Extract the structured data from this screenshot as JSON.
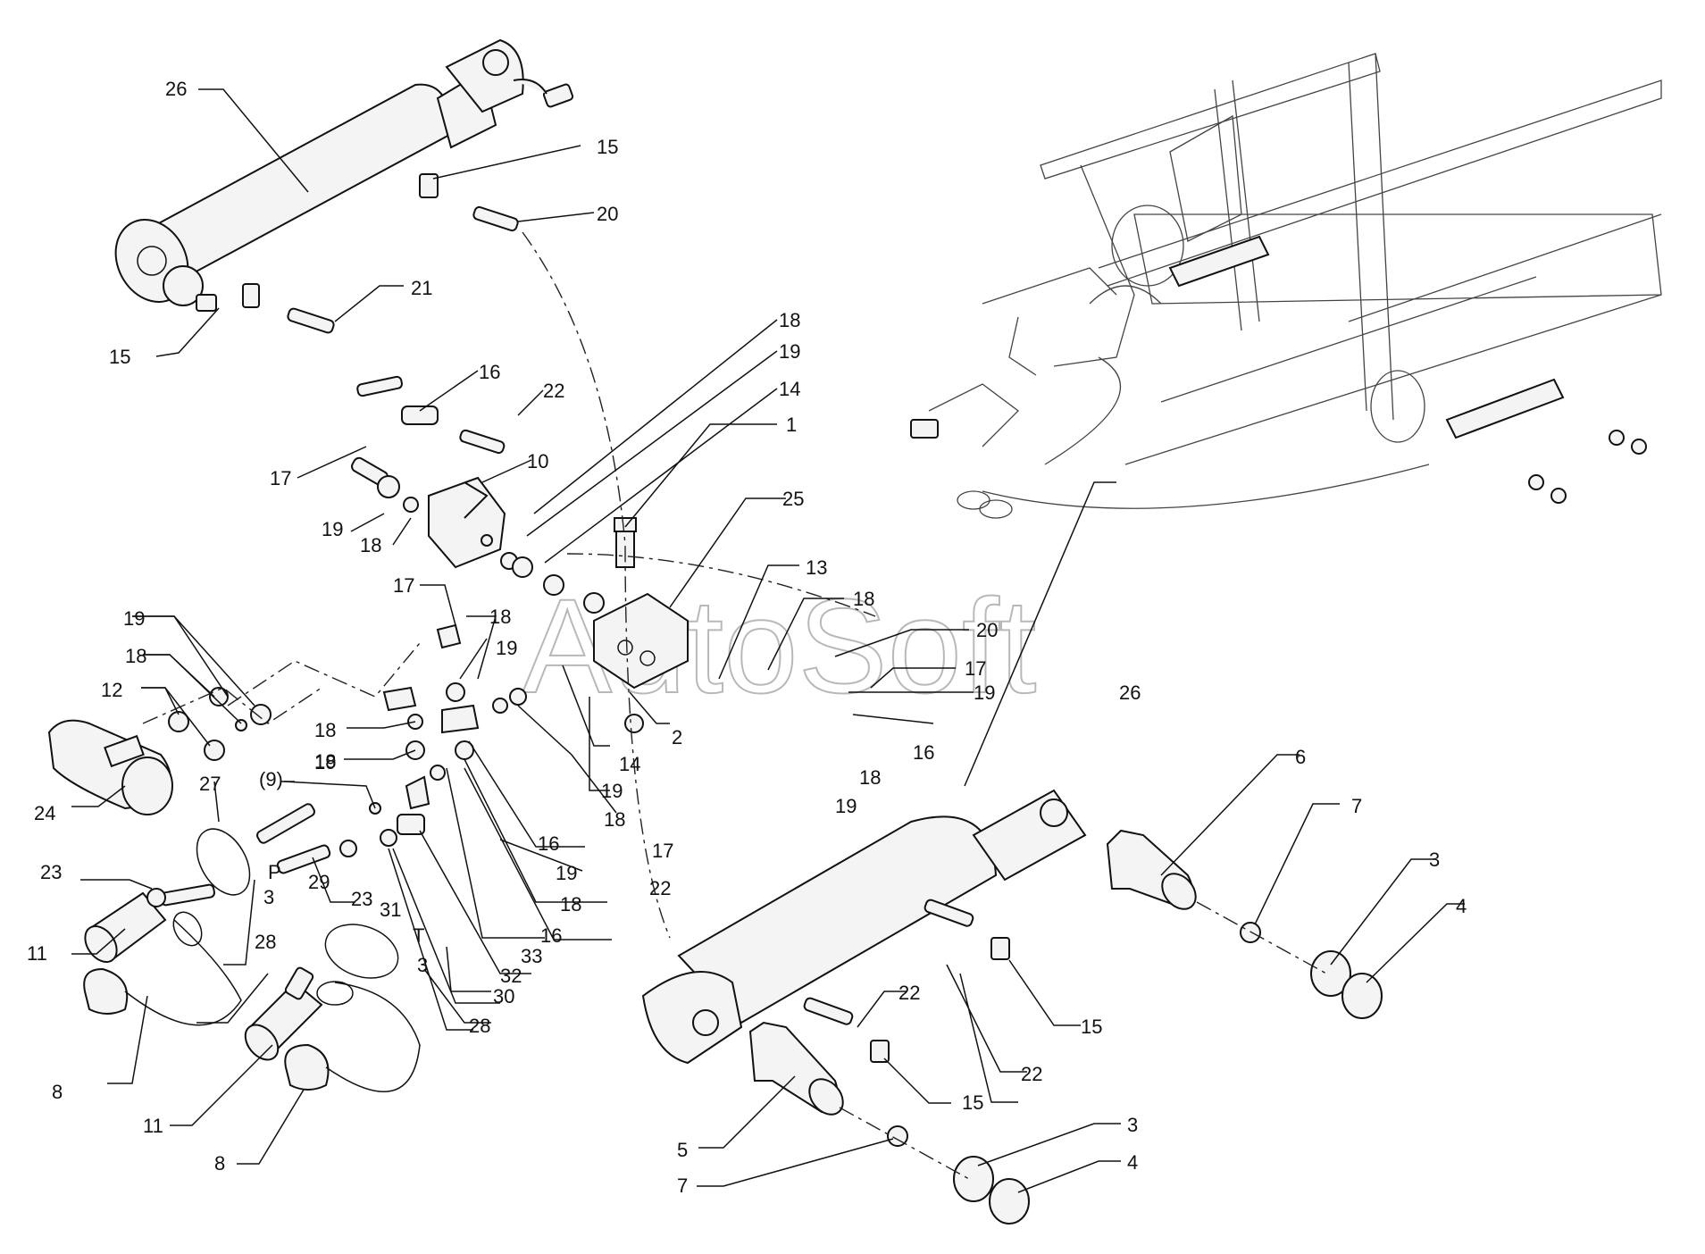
{
  "watermark": "AutoSoft",
  "callouts": {
    "c1": "26",
    "c2": "15",
    "c3": "20",
    "c4": "21",
    "c5": "15",
    "c6": "16",
    "c7": "22",
    "c8": "17",
    "c9": "10",
    "c10": "19",
    "c11": "18",
    "c12": "18",
    "c13": "19",
    "c14": "14",
    "c15": "1",
    "c16": "25",
    "c17": "13",
    "c18": "18",
    "c19": "20",
    "c20": "17",
    "c21": "19",
    "c22": "17",
    "c23": "18",
    "c24": "19",
    "c25": "19",
    "c26": "18",
    "c27": "12",
    "c28": "18",
    "c29": "19",
    "c30": "24",
    "c31": "27",
    "c32": "(9)",
    "c33": "2",
    "c34": "14",
    "c35": "19",
    "c36": "18",
    "c37": "18",
    "c38": "16",
    "c39": "18",
    "c40": "19",
    "c41": "26",
    "c42": "6",
    "c43": "7",
    "c44": "3",
    "c45": "4",
    "c46": "23",
    "c47": "P",
    "c48": "29",
    "c49": "3",
    "c50": "23",
    "c51": "31",
    "c52": "16",
    "c53": "19",
    "c54": "18",
    "c55": "16",
    "c56": "17",
    "c57": "22",
    "c58": "28",
    "c59": "11",
    "c60": "33",
    "c61": "32",
    "c62": "T",
    "c63": "3",
    "c64": "30",
    "c65": "28",
    "c66": "22",
    "c67": "15",
    "c68": "15",
    "c69": "22",
    "c70": "8",
    "c71": "11",
    "c72": "8",
    "c73": "5",
    "c74": "7",
    "c75": "3",
    "c76": "4"
  }
}
